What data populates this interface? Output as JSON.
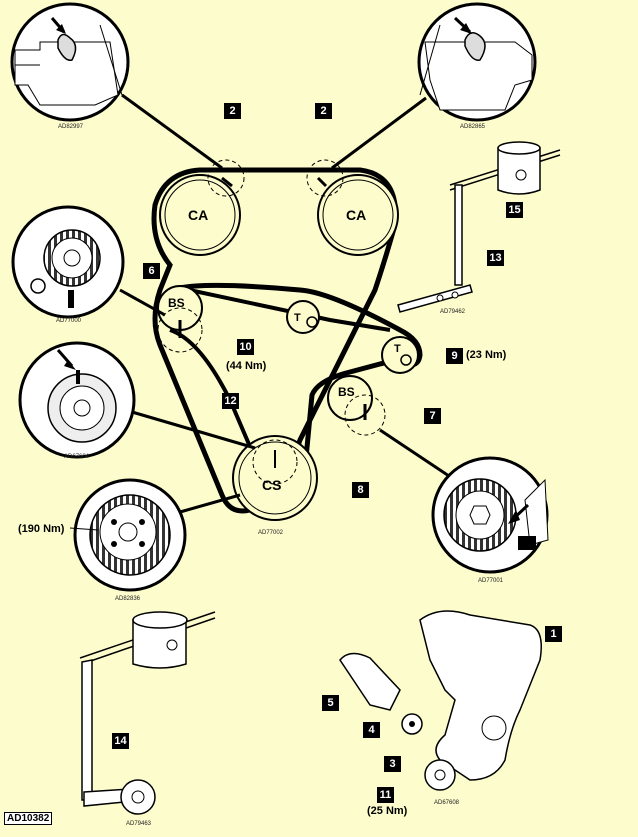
{
  "figure_id": "AD10382",
  "components": {
    "camshaft": "CA",
    "crankshaft": "CS",
    "tensioner": "T",
    "balancer_shaft": "BS"
  },
  "callouts": [
    {
      "num": "1"
    },
    {
      "num": "2"
    },
    {
      "num": "3"
    },
    {
      "num": "4"
    },
    {
      "num": "5"
    },
    {
      "num": "6"
    },
    {
      "num": "7"
    },
    {
      "num": "8"
    },
    {
      "num": "9"
    },
    {
      "num": "10"
    },
    {
      "num": "11"
    },
    {
      "num": "12"
    },
    {
      "num": "13"
    },
    {
      "num": "14"
    },
    {
      "num": "15"
    }
  ],
  "torques": {
    "tensioner_lower": "(44 Nm)",
    "tensioner_right": "(23 Nm)",
    "crank_pulley": "(190 Nm)",
    "cover_bolt": "(25 Nm)"
  },
  "detail_refs": {
    "top_left": "AD82997",
    "top_right": "AD82865",
    "tool_top": "AD79462",
    "left_sprocket": "AD77000",
    "left_pulley": "AD67604",
    "center": "AD77002",
    "right_sprocket": "AD77001",
    "crank_gear": "AD82836",
    "tool_bottom": "AD79463",
    "cover_small": "AD67608"
  }
}
